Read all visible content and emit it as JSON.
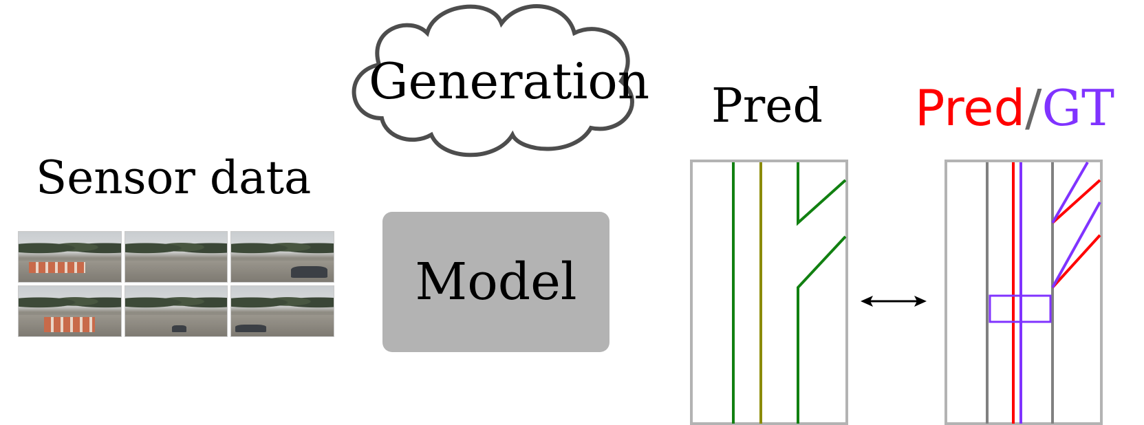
{
  "sensor": {
    "title": "Sensor data"
  },
  "model": {
    "label": "Model"
  },
  "generation": {
    "label": "Generation"
  },
  "pred": {
    "title": "Pred"
  },
  "pred_gt": {
    "pred": "Pred",
    "slash": "/",
    "gt": "GT"
  },
  "colors": {
    "pred": "#ff0000",
    "gt": "#8033ff",
    "green_line": "#118011",
    "olive_line": "#8b8b00",
    "gray_line": "#808080",
    "frame": "#b3b3b3",
    "cloud_stroke": "#4d4d4d",
    "model_fill": "#b3b3b3"
  },
  "icons": {
    "arrow": "double-arrow-icon",
    "cloud": "cloud-icon"
  }
}
